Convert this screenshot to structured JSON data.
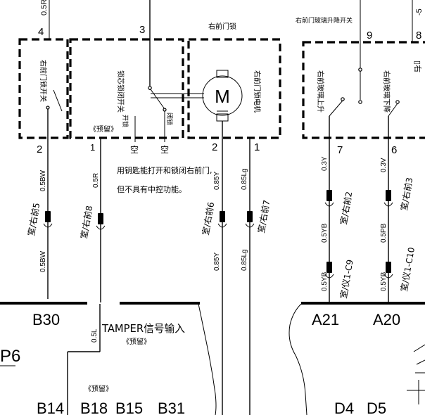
{
  "pins": {
    "p4": "4",
    "p3": "3",
    "p9": "9",
    "p8": "8",
    "p2a": "2",
    "p1a": "1",
    "p2b": "2",
    "p1b": "1",
    "p7": "7",
    "p6": "6"
  },
  "top": {
    "wire_05r": "0.5R",
    "door_lock_title": "右前门锁",
    "window_switch_title": "右前门玻璃升降开关",
    "fragment_right": "-5"
  },
  "boxes": {
    "lock_switch": "右前门锁开关",
    "lock_cyl_switch": "锁芯锁闭开关",
    "open": "开锁",
    "close": "闭锁",
    "motor": "右前门锁电机",
    "motor_symbol": "M",
    "win_up": "右前玻璃上升",
    "win_down": "右前玻璃下降",
    "right_fragment": "▯右"
  },
  "labels": {
    "reserved_1": "《预留》",
    "empty_1": "空",
    "empty_2": "空",
    "note_line1": "用钥匙能打开和锁闭右前门,",
    "note_line2": "但不具有中控功能。",
    "tamper": "TAMPER信号输入",
    "reserved_2": "《预留》",
    "reserved_3": "《预留》",
    "wire_05l": "0.5L"
  },
  "wires": {
    "w_05bw_top": "0.5BW",
    "w_05bw_bot": "0.5BW",
    "w_05r": "0.5R",
    "w_085y_top": "0.85Y",
    "w_085y_bot": "0.85Y",
    "w_085lg_top": "0.85Lg",
    "w_085lg_bot": "0.85Lg",
    "w_03y": "0.3Y",
    "w_05yb_1": "0.5YB",
    "w_05yb_2": "0.5YB",
    "w_03v": "0.3V",
    "w_05pb_1": "0.5PB",
    "w_05yb_3": "0.5YB"
  },
  "connectors": {
    "c_5": "室/右前5",
    "c_8": "室/右前8",
    "c_6": "室/右前6",
    "c_7": "室/右前7",
    "c_2": "室/右前2",
    "c_3": "室/右前3",
    "c_c9": "室/仪1-C9",
    "c_c10": "室/仪1-C10"
  },
  "terminals": {
    "b30": "B30",
    "a21": "A21",
    "a20": "A20",
    "p6": "P6",
    "b14": "B14",
    "b18": "B18",
    "b15": "B15",
    "b31": "B31",
    "d4": "D4",
    "d5": "D5"
  }
}
